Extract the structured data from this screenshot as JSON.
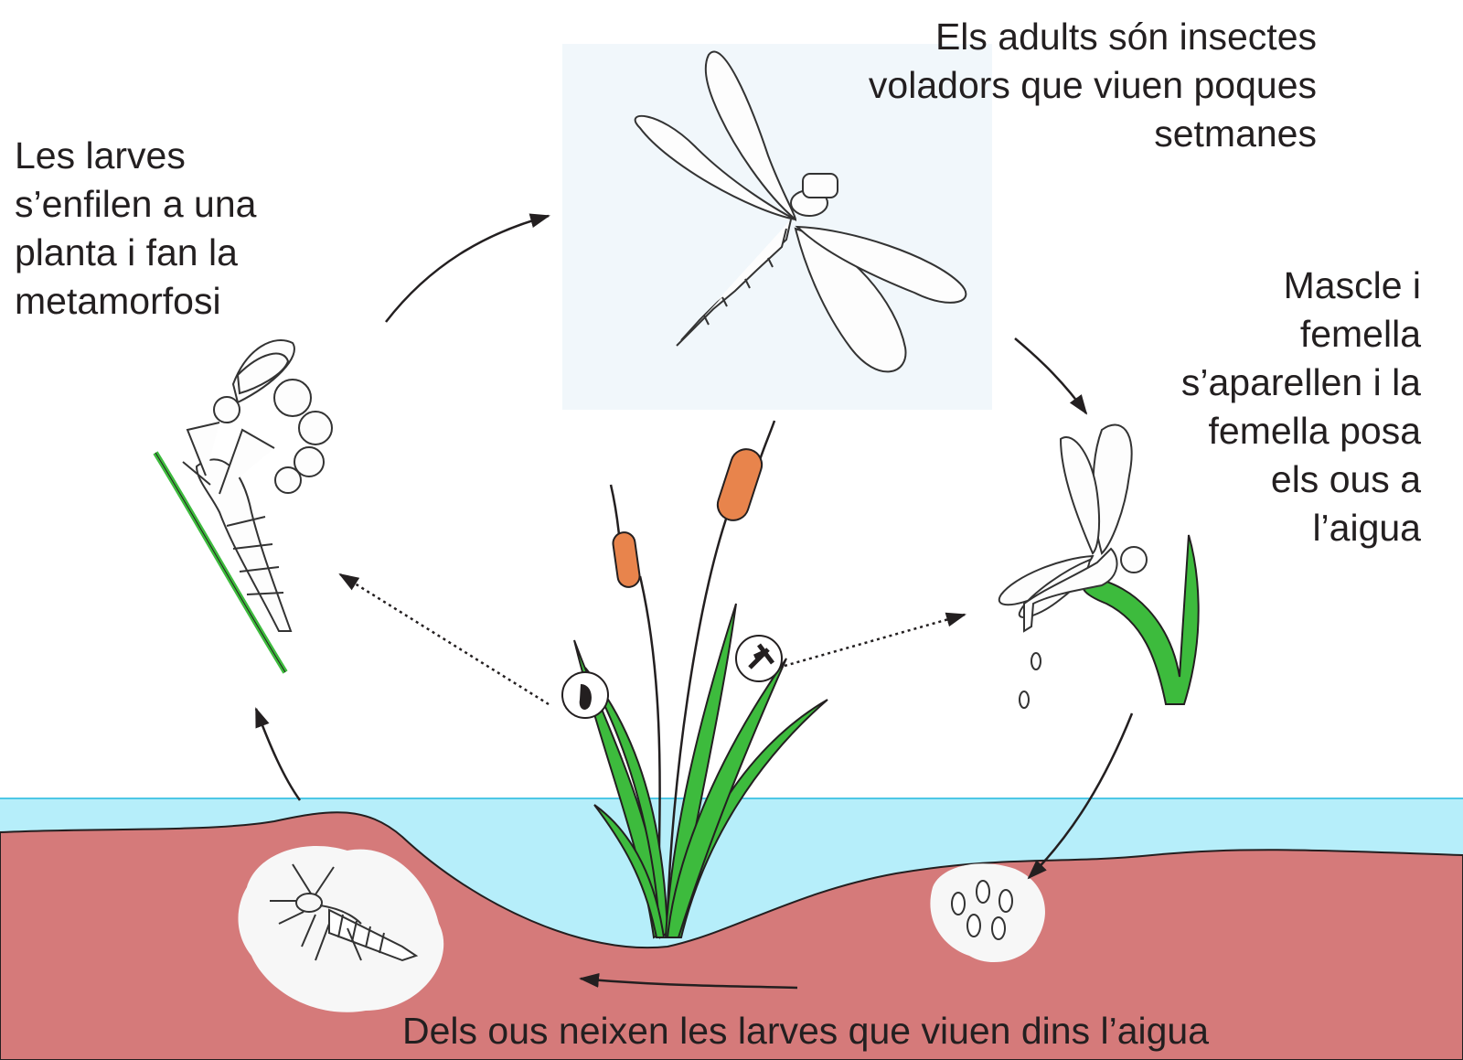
{
  "captions": {
    "adults": [
      "Els adults són insectes",
      "voladors que viuen poques",
      "setmanes"
    ],
    "larvae_climb": [
      "Les larves",
      "s’enfilen a una",
      "planta i fan la",
      "metamorfosi"
    ],
    "mating": [
      "Mascle i",
      "femella",
      "s’aparellen i la",
      "femella posa",
      "els ous a",
      "l’aigua"
    ],
    "bottom": "Dels ous neixen les larves que viuen dins l’aigua"
  },
  "colors": {
    "water": "#b6eefa",
    "water_line": "#4ec8e6",
    "mud": "#d57a7a",
    "plant_green": "#3dbb3d",
    "cattail_orange": "#e8844c",
    "ink": "#231f20"
  }
}
